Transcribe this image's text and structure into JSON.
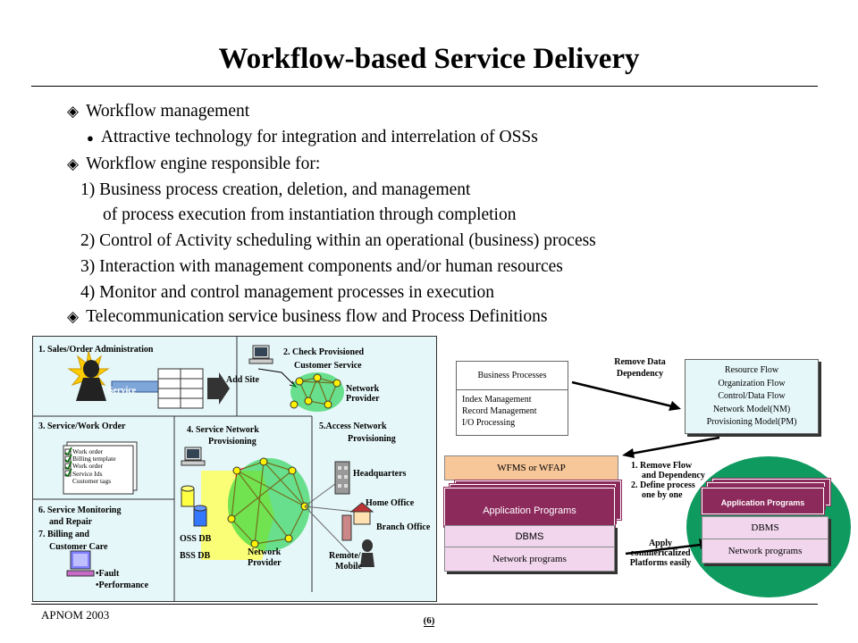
{
  "title": "Workflow-based Service Delivery",
  "bullets": [
    {
      "marker": "◈",
      "text": "Workflow management"
    },
    {
      "marker": "●",
      "text": "Attractive technology for integration and interrelation of OSSs"
    },
    {
      "marker": "◈",
      "text": "Workflow engine responsible for:"
    },
    {
      "text": "1) Business process creation, deletion, and management"
    },
    {
      "text": "of process execution from instantiation through completion"
    },
    {
      "text": "2) Control of Activity scheduling within an operational (business) process"
    },
    {
      "text": "3) Interaction with management components and/or human resources"
    },
    {
      "text": "4) Monitor and control management processes in execution"
    },
    {
      "marker": "◈",
      "text": "Telecommunication service business flow and Process Definitions"
    }
  ],
  "left_diagram": {
    "p1": "1. Sales/Order Administration",
    "service": "Service",
    "add_site": "Add Site",
    "p2_a": "2. Check Provisioned",
    "p2_b": "Customer Service",
    "network_provider_a": "Network",
    "network_provider_b": "Provider",
    "p3": "3. Service/Work Order",
    "work_items": [
      "Work order",
      "Billing template",
      "Work order",
      "Service Ids",
      "Customer tags"
    ],
    "p4_a": "4. Service Network",
    "p4_b": "Provisioning",
    "p5_a": "5.Access Network",
    "p5_b": "Provisioning",
    "headquarters": "Headquarters",
    "home_office": "Home Office",
    "branch_office": "Branch Office",
    "remote_a": "Remote/",
    "remote_b": "Mobile",
    "oss_db": "OSS DB",
    "bss_db": "BSS DB",
    "net_prov_a": "Network",
    "net_prov_b": "Provider",
    "p6_a": "6. Service Monitoring",
    "p6_b": "and Repair",
    "p7_a": "7. Billing and",
    "p7_b": "Customer Care",
    "fault": "•Fault",
    "performance": "•Performance"
  },
  "right_diagram": {
    "bp_header": "Business Processes",
    "bp_items": [
      "Index Management",
      "Record Management",
      "I/O Processing"
    ],
    "remove_a": "Remove Data",
    "remove_b": "Dependency",
    "rf_items": [
      "Resource Flow",
      "Organization Flow",
      "Control/Data Flow",
      "Network Model(NM)",
      "Provisioning Model(PM)"
    ],
    "wfms": "WFMS or WFAP",
    "app_programs": "Application Programs",
    "dbms": "DBMS",
    "network_programs": "Network programs",
    "step1_a": "1. Remove Flow",
    "step1_b": "and Dependency",
    "step2_a": "2. Define process",
    "step2_b": "one by one",
    "apply_a": "Apply",
    "apply_b": "commericalized",
    "apply_c": "Platforms easily",
    "oval_app": "Application Programs",
    "oval_dbms": "DBMS",
    "oval_net": "Network programs"
  },
  "footer": {
    "left": "APNOM 2003",
    "page": "(6)"
  },
  "colors": {
    "panel_bg": "#e6f7f9",
    "wfms": "#f7c79a",
    "app": "#8c2a5c",
    "dbms": "#f2d6ee",
    "oval": "#0f9a60",
    "node": "#00cc33",
    "link": "#ff0000"
  }
}
